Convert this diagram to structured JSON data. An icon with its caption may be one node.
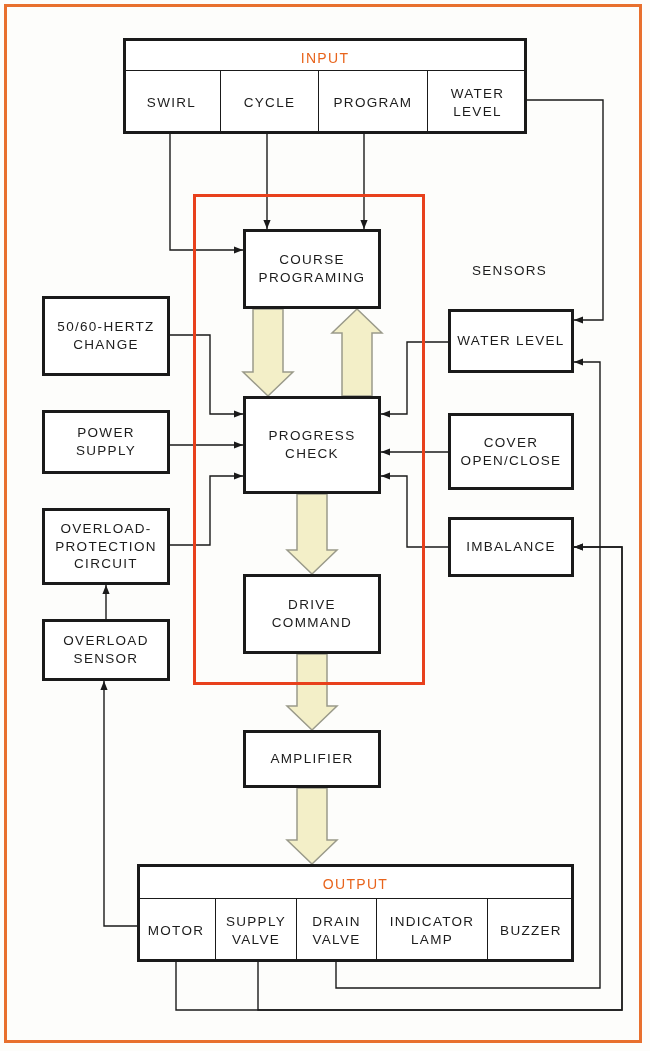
{
  "diagram": {
    "nodes": [
      {
        "text": [
          "INPUT"
        ]
      },
      {
        "text": [
          "SWIRL"
        ],
        "in": 0
      },
      {
        "text": [
          "CYCLE"
        ],
        "in": 0
      },
      {
        "text": [
          "PROGRAM"
        ],
        "in": 0
      },
      {
        "text": [
          "WATER LEVEL"
        ],
        "in": 0
      },
      {
        "text": [],
        "shape": "box"
      },
      {
        "text": [
          "COURSE PROGRAMING"
        ],
        "in": 5
      },
      {
        "text": [
          "50/60-HERTZ CHANGE"
        ]
      },
      {
        "text": [
          "POWER SUPPLY"
        ]
      },
      {
        "text": [
          "OVERLOAD-PROTECTION CIRCUIT"
        ]
      },
      {
        "text": [
          "OVERLOAD SENSOR"
        ]
      },
      {
        "text": [
          "PROGRESS CHECK"
        ],
        "in": 5
      },
      {
        "text": [
          "DRIVE COMMAND"
        ],
        "in": 5
      },
      {
        "text": [
          "WATER LEVEL"
        ]
      },
      {
        "text": [
          "COVER OPEN/CLOSE"
        ]
      },
      {
        "text": [
          "IMBALANCE"
        ]
      },
      {
        "text": [
          "AMPLIFIER"
        ]
      },
      {
        "text": [
          "OUTPUT"
        ]
      },
      {
        "text": [
          "MOTOR"
        ],
        "in": 17
      },
      {
        "text": [
          "SUPPLY VALVE"
        ],
        "in": 17
      },
      {
        "text": [
          "DRAIN VALVE"
        ],
        "in": 17
      },
      {
        "text": [
          "INDICATOR LAMP"
        ],
        "in": 17
      },
      {
        "text": [
          "BUZZER"
        ],
        "in": 17
      }
    ],
    "edges": [
      {
        "from": 1,
        "to": 6,
        "arrow": "to"
      },
      {
        "from": 2,
        "to": 6,
        "arrow": "to"
      },
      {
        "from": 3,
        "to": 6,
        "arrow": "to"
      },
      {
        "from": 4,
        "to": 13,
        "arrow": "to"
      },
      {
        "from": 6,
        "to": 11,
        "arrow": "to",
        "style": "thick"
      },
      {
        "from": 11,
        "to": 6,
        "arrow": "to",
        "style": "thick"
      },
      {
        "from": 7,
        "to": 11,
        "arrow": "to"
      },
      {
        "from": 8,
        "to": 11,
        "arrow": "to"
      },
      {
        "from": 9,
        "to": 11,
        "arrow": "to"
      },
      {
        "from": 13,
        "to": 11,
        "arrow": "to"
      },
      {
        "from": 14,
        "to": 11,
        "arrow": "to"
      },
      {
        "from": 15,
        "to": 11,
        "arrow": "to"
      },
      {
        "from": 10,
        "to": 9,
        "arrow": "to"
      },
      {
        "from": 11,
        "to": 12,
        "arrow": "to",
        "style": "thick"
      },
      {
        "from": 12,
        "to": 16,
        "arrow": "to",
        "style": "thick"
      },
      {
        "from": 16,
        "to": 17,
        "arrow": "to",
        "style": "thick"
      },
      {
        "from": 18,
        "to": 10,
        "arrow": "to"
      },
      {
        "from": 20,
        "to": 13,
        "arrow": "to"
      },
      {
        "from": 18,
        "to": 15,
        "arrow": "to"
      },
      {
        "from": 19,
        "to": 15,
        "arrow": "to"
      }
    ],
    "labels": [
      "SENSORS"
    ]
  }
}
